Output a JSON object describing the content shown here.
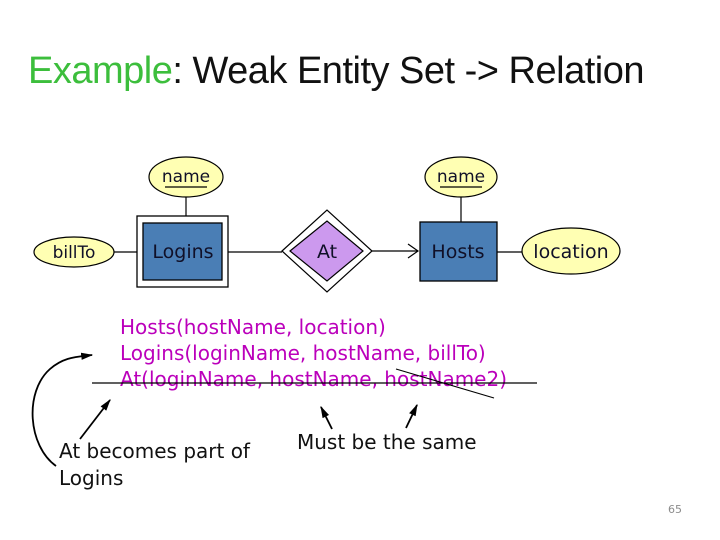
{
  "slide": {
    "title": {
      "highlight": "Example",
      "rest": ": Weak Entity Set -> Relation"
    },
    "page_number": "65"
  },
  "diagram": {
    "attributes": {
      "billTo": "billTo",
      "name_logins": "name",
      "name_hosts": "name",
      "location": "location"
    },
    "entities": {
      "logins": "Logins",
      "hosts": "Hosts"
    },
    "relationship": {
      "at": "At"
    }
  },
  "relations": {
    "line1": "Hosts(hostName, location)",
    "line2": "Logins(loginName, hostName, billTo)",
    "line3": "At(loginName, hostName, hostName2)"
  },
  "annotations": {
    "at_becomes_line1": "At becomes part of",
    "at_becomes_line2": "Logins",
    "must_be": "Must be the same"
  },
  "colors": {
    "title_highlight": "#3CBE3C",
    "entity_fill": "#4A7EB5",
    "attribute_fill": "#FFFFB3",
    "relationship_fill": "#CC99EE",
    "relation_text": "#BB00BB",
    "line_stroke": "#000000",
    "page_number_gray": "#8C8C8C"
  }
}
